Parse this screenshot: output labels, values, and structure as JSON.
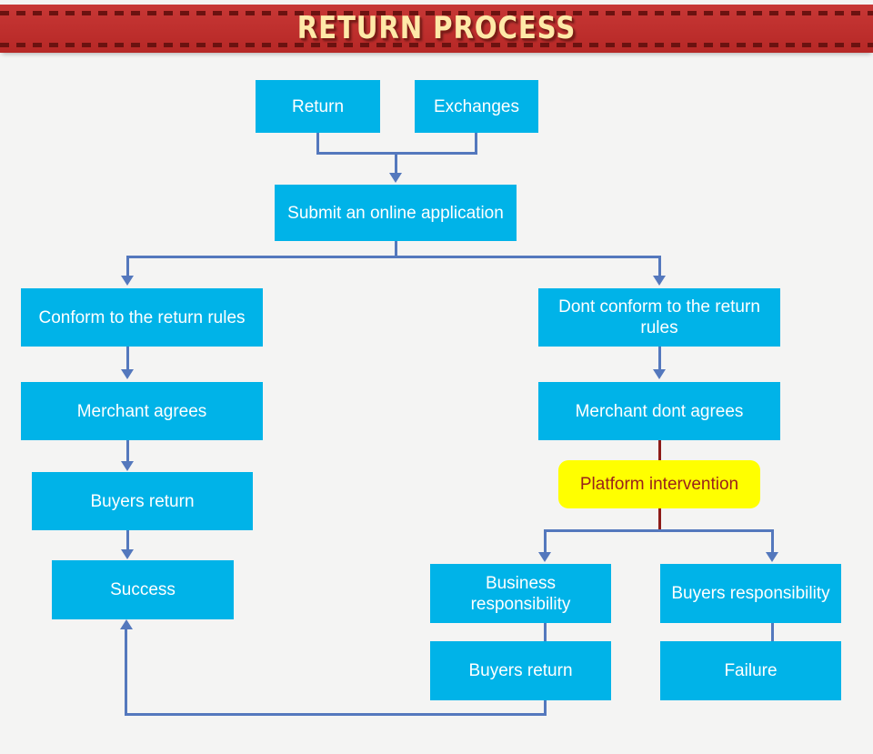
{
  "header": {
    "title": "RETURN PROCESS",
    "banner_color": "#c42b29",
    "title_color": "#ffe9a8"
  },
  "theme": {
    "node_fill": "#00b3e8",
    "node_text": "#ffffff",
    "highlight_fill": "#ffff00",
    "highlight_text": "#99211b",
    "connector": "#5478bd",
    "connector_alt": "#8e1b18",
    "canvas": "#f4f4f3"
  },
  "flow": {
    "nodes": [
      {
        "id": "return",
        "label": "Return"
      },
      {
        "id": "exchanges",
        "label": "Exchanges"
      },
      {
        "id": "submit",
        "label": "Submit an online application"
      },
      {
        "id": "conform",
        "label": "Conform to the return rules"
      },
      {
        "id": "dont-conform",
        "label": "Dont conform to the return rules"
      },
      {
        "id": "merchant-agrees",
        "label": "Merchant agrees"
      },
      {
        "id": "merchant-dont-agrees",
        "label": "Merchant dont agrees"
      },
      {
        "id": "buyers-return-left",
        "label": "Buyers return"
      },
      {
        "id": "platform-intervention",
        "label": "Platform intervention"
      },
      {
        "id": "success",
        "label": "Success"
      },
      {
        "id": "business-responsibility",
        "label": "Business responsibility"
      },
      {
        "id": "buyers-responsibility",
        "label": "Buyers responsibility"
      },
      {
        "id": "buyers-return-right",
        "label": "Buyers return"
      },
      {
        "id": "failure",
        "label": "Failure"
      }
    ],
    "edges": [
      {
        "from": "return",
        "to": "submit"
      },
      {
        "from": "exchanges",
        "to": "submit"
      },
      {
        "from": "submit",
        "to": "conform"
      },
      {
        "from": "submit",
        "to": "dont-conform"
      },
      {
        "from": "conform",
        "to": "merchant-agrees"
      },
      {
        "from": "merchant-agrees",
        "to": "buyers-return-left"
      },
      {
        "from": "buyers-return-left",
        "to": "success"
      },
      {
        "from": "dont-conform",
        "to": "merchant-dont-agrees"
      },
      {
        "from": "merchant-dont-agrees",
        "to": "platform-intervention"
      },
      {
        "from": "platform-intervention",
        "to": "business-responsibility"
      },
      {
        "from": "platform-intervention",
        "to": "buyers-responsibility"
      },
      {
        "from": "business-responsibility",
        "to": "buyers-return-right"
      },
      {
        "from": "buyers-responsibility",
        "to": "failure"
      },
      {
        "from": "buyers-return-right",
        "to": "success"
      }
    ]
  }
}
